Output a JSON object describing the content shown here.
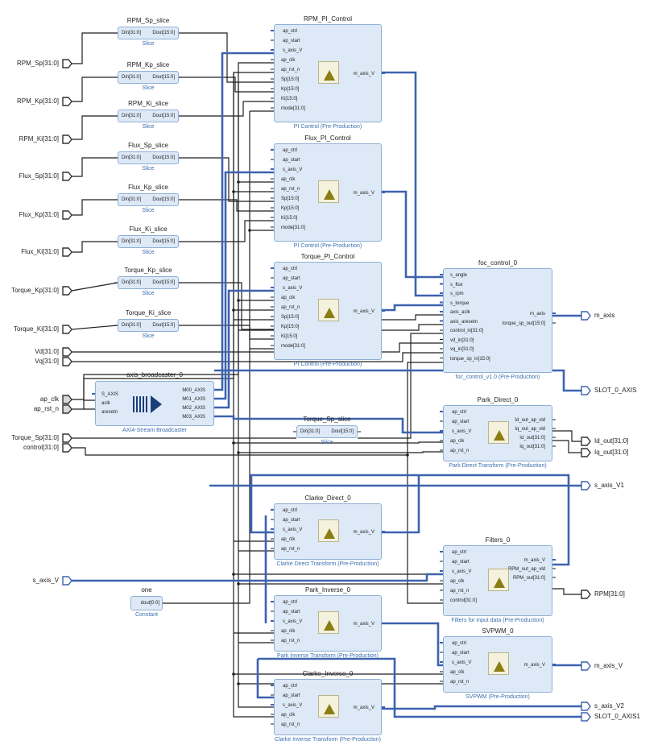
{
  "ports_left": [
    {
      "id": "p_rpm_sp",
      "label": "RPM_Sp[31:0]"
    },
    {
      "id": "p_rpm_kp",
      "label": "RPM_Kp[31:0]"
    },
    {
      "id": "p_rpm_ki",
      "label": "RPM_Ki[31:0]"
    },
    {
      "id": "p_flux_sp",
      "label": "Flux_Sp[31:0]"
    },
    {
      "id": "p_flux_kp",
      "label": "Flux_Kp[31:0]"
    },
    {
      "id": "p_flux_ki",
      "label": "Flux_Ki[31:0]"
    },
    {
      "id": "p_torque_kp",
      "label": "Torque_Kp[31:0]"
    },
    {
      "id": "p_torque_ki",
      "label": "Torque_Ki[31:0]"
    },
    {
      "id": "p_vd",
      "label": "Vd[31:0]"
    },
    {
      "id": "p_vq",
      "label": "Vq[31:0]"
    },
    {
      "id": "p_ap_clk",
      "label": "ap_clk"
    },
    {
      "id": "p_ap_rst_n",
      "label": "ap_rst_n"
    },
    {
      "id": "p_torque_sp",
      "label": "Torque_Sp[31:0]"
    },
    {
      "id": "p_control",
      "label": "control[31:0]"
    },
    {
      "id": "p_s_axis_v",
      "label": "s_axis_V"
    }
  ],
  "ports_right": [
    {
      "id": "p_m_axis",
      "label": "m_axis"
    },
    {
      "id": "p_slot0",
      "label": "SLOT_0_AXIS"
    },
    {
      "id": "p_id_out",
      "label": "Id_out[31:0]"
    },
    {
      "id": "p_iq_out",
      "label": "Iq_out[31:0]"
    },
    {
      "id": "p_s_axis_v1",
      "label": "s_axis_V1"
    },
    {
      "id": "p_rpm",
      "label": "RPM[31:0]"
    },
    {
      "id": "p_m_axis_v",
      "label": "m_axis_V"
    },
    {
      "id": "p_s_axis_v2",
      "label": "s_axis_V2"
    },
    {
      "id": "p_slot0_1",
      "label": "SLOT_0_AXIS1"
    }
  ],
  "slices": [
    {
      "id": "s_rpm_sp",
      "title": "RPM_Sp_slice",
      "din": "Din[31:0]",
      "dout": "Dout[15:0]",
      "sub": "Slice"
    },
    {
      "id": "s_rpm_kp",
      "title": "RPM_Kp_slice",
      "din": "Din[31:0]",
      "dout": "Dout[15:0]",
      "sub": "Slice"
    },
    {
      "id": "s_rpm_ki",
      "title": "RPM_Ki_slice",
      "din": "Din[31:0]",
      "dout": "Dout[15:0]",
      "sub": "Slice"
    },
    {
      "id": "s_flux_sp",
      "title": "Flux_Sp_slice",
      "din": "Din[31:0]",
      "dout": "Dout[15:0]",
      "sub": "Slice"
    },
    {
      "id": "s_flux_kp",
      "title": "Flux_Kp_slice",
      "din": "Din[31:0]",
      "dout": "Dout[15:0]",
      "sub": "Slice"
    },
    {
      "id": "s_flux_ki",
      "title": "Flux_Ki_slice",
      "din": "Din[31:0]",
      "dout": "Dout[15:0]",
      "sub": "Slice"
    },
    {
      "id": "s_torque_kp",
      "title": "Torque_Kp_slice",
      "din": "Din[31:0]",
      "dout": "Dout[15:0]",
      "sub": "Slice"
    },
    {
      "id": "s_torque_ki",
      "title": "Torque_Ki_slice",
      "din": "Din[31:0]",
      "dout": "Dout[15:0]",
      "sub": "Slice"
    },
    {
      "id": "s_torque_sp",
      "title": "Torque_Sp_slice",
      "din": "Din[31:0]",
      "dout": "Dout[15:0]",
      "sub": "Slice"
    }
  ],
  "ip_blocks": [
    {
      "id": "b_rpm_pi",
      "title": "RPM_PI_Control",
      "sub": "PI Control (Pre-Production)",
      "pins_in": [
        "ap_ctrl",
        "ap_start",
        "s_axis_V",
        "ap_clk",
        "ap_rst_n",
        "Sp[15:0]",
        "Kp[15:0]",
        "Ki[15:0]",
        "mode[31:0]"
      ],
      "pins_out": [
        "m_axis_V"
      ]
    },
    {
      "id": "b_flux_pi",
      "title": "Flux_PI_Control",
      "sub": "PI Control (Pre-Production)",
      "pins_in": [
        "ap_ctrl",
        "ap_start",
        "s_axis_V",
        "ap_clk",
        "ap_rst_n",
        "Sp[15:0]",
        "Kp[15:0]",
        "Ki[15:0]",
        "mode[31:0]"
      ],
      "pins_out": [
        "m_axis_V"
      ]
    },
    {
      "id": "b_torque_pi",
      "title": "Torque_PI_Control",
      "sub": "PI Control (Pre-Production)",
      "pins_in": [
        "ap_ctrl",
        "ap_start",
        "s_axis_V",
        "ap_clk",
        "ap_rst_n",
        "Sp[15:0]",
        "Kp[15:0]",
        "Ki[15:0]",
        "mode[31:0]"
      ],
      "pins_out": [
        "m_axis_V"
      ]
    },
    {
      "id": "b_foc",
      "title": "foc_control_0",
      "sub": "foc_control_v1.0 (Pre-Production)",
      "pins_in": [
        "s_angle",
        "s_flux",
        "s_rpm",
        "s_torque",
        "axis_aclk",
        "axis_aresetn",
        "control_in[31:0]",
        "vd_in[31:0]",
        "vq_in[31:0]",
        "torque_sp_in[15:0]"
      ],
      "pins_out": [
        "m_axis",
        "torque_sp_out[15:0]"
      ]
    },
    {
      "id": "b_park_direct",
      "title": "Park_Direct_0",
      "sub": "Park Direct Transform (Pre-Production)",
      "pins_in": [
        "ap_ctrl",
        "ap_start",
        "s_axis_V",
        "ap_clk",
        "ap_rst_n"
      ],
      "pins_out": [
        "Id_out_ap_vld",
        "Iq_out_ap_vld",
        "Id_out[31:0]",
        "Iq_out[31:0]"
      ]
    },
    {
      "id": "b_clarke_direct",
      "title": "Clarke_Direct_0",
      "sub": "Clarke Direct Transform (Pre-Production)",
      "pins_in": [
        "ap_ctrl",
        "ap_start",
        "s_axis_V",
        "ap_clk",
        "ap_rst_n"
      ],
      "pins_out": [
        "m_axis_V"
      ]
    },
    {
      "id": "b_filters",
      "title": "Filters_0",
      "sub": "Filters for input data (Pre-Production)",
      "pins_in": [
        "ap_ctrl",
        "ap_start",
        "s_axis_V",
        "ap_clk",
        "ap_rst_n",
        "control[31:0]"
      ],
      "pins_out": [
        "m_axis_V",
        "RPM_out_ap_vld",
        "RPM_out[31:0]"
      ]
    },
    {
      "id": "b_park_inverse",
      "title": "Park_Inverse_0",
      "sub": "Park Inverse Transform (Pre-Production)",
      "pins_in": [
        "ap_ctrl",
        "ap_start",
        "s_axis_V",
        "ap_clk",
        "ap_rst_n"
      ],
      "pins_out": [
        "m_axis_V"
      ]
    },
    {
      "id": "b_svpwm",
      "title": "SVPWM_0",
      "sub": "SVPWM (Pre-Production)",
      "pins_in": [
        "ap_ctrl",
        "ap_start",
        "s_axis_V",
        "ap_clk",
        "ap_rst_n"
      ],
      "pins_out": [
        "m_axis_V"
      ]
    },
    {
      "id": "b_clarke_inverse",
      "title": "Clarke_Inverse_0",
      "sub": "Clarke Inverse Transform (Pre-Production)",
      "pins_in": [
        "ap_ctrl",
        "ap_start",
        "s_axis_V",
        "ap_clk",
        "ap_rst_n"
      ],
      "pins_out": [
        "m_axis_V"
      ]
    }
  ],
  "broadcaster": {
    "title": "axis_broadcaster_0",
    "sub": "AXI4-Stream Broadcaster",
    "pins_in": [
      "S_AXIS",
      "aclk",
      "aresetn"
    ],
    "pins_out": [
      "M00_AXIS",
      "M01_AXIS",
      "M02_AXIS",
      "M03_AXIS"
    ]
  },
  "constant": {
    "title": "one",
    "pin": "dout[0:0]",
    "sub": "Constant"
  },
  "colors": {
    "block_fill": "#dde9f6",
    "block_border": "#8eb0d6",
    "bus": "#3d62ae",
    "wire": "#1e1e1e",
    "subtitle": "#3a6fb0"
  }
}
